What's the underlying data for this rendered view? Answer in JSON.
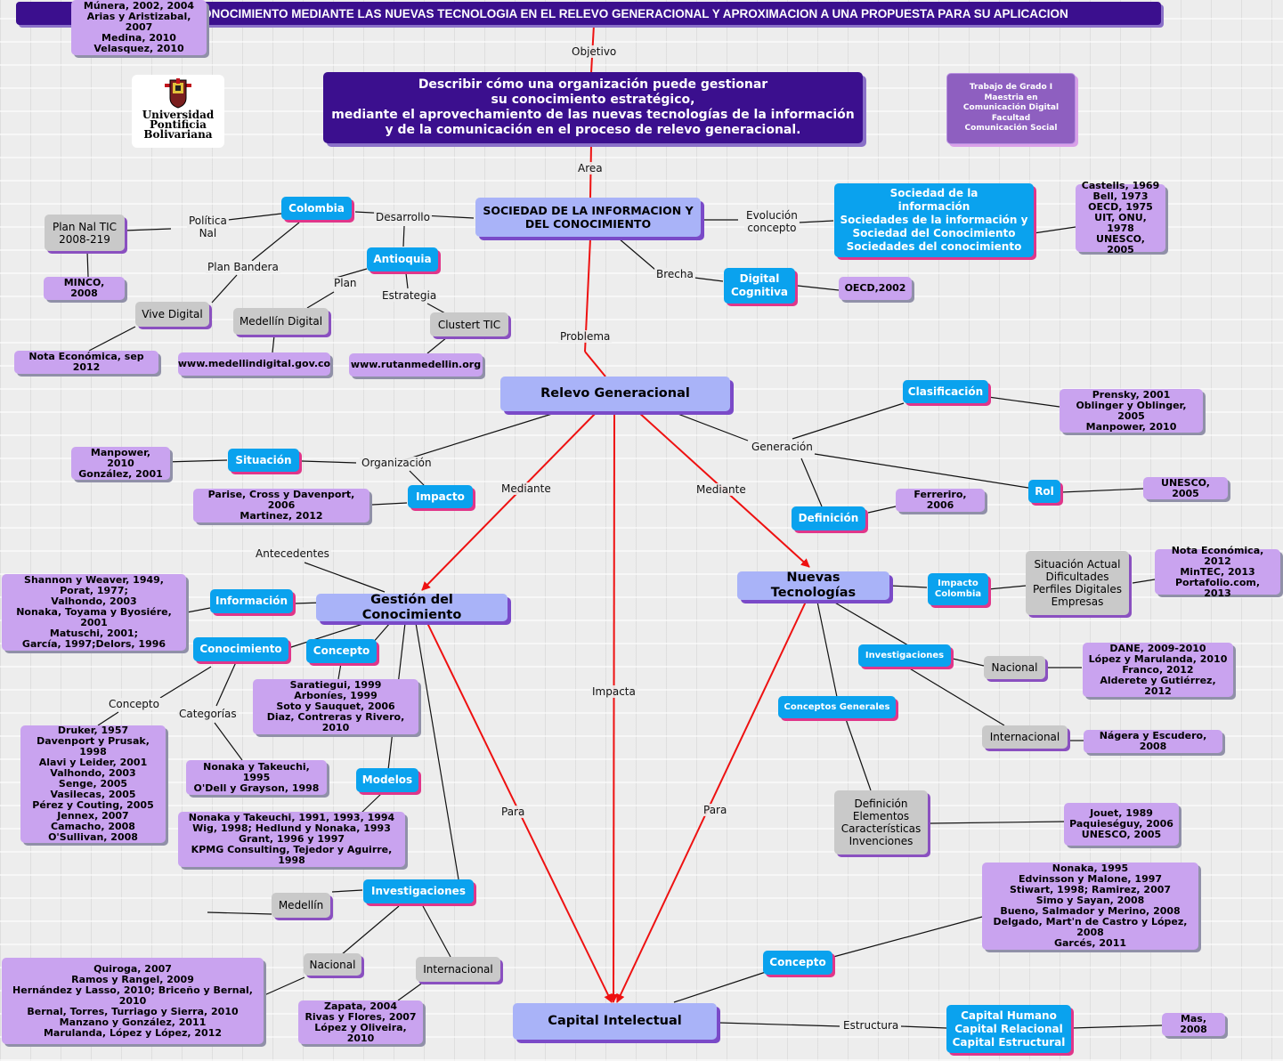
{
  "title": "GESTION DEL CONOCIMIENTO MEDIANTE LAS NUEVAS TECNOLOGIA EN EL RELEVO GENERACIONAL Y APROXIMACION A UNA PROPUESTA PARA SU APLICACION",
  "logo_text": "Universidad\nPontificia\nBolivariana",
  "badge": "Trabajo de Grado I\nMaestria en\nComunicación Digital\nFacultad\nComunicación Social",
  "objective": "Describir cómo una organización puede gestionar\nsu conocimiento estratégico,\nmediante el aprovechamiento de las nuevas tecnologías de la información\ny de la comunicación en el proceso de relevo generacional.",
  "main_nodes": {
    "sociedad": "SOCIEDAD DE LA INFORMACION Y\nDEL CONOCIMIENTO",
    "relevo": "Relevo Generacional",
    "gestion": "Gestión del Conocimiento",
    "nuevas": "Nuevas Tecnologías",
    "capital": "Capital Intelectual"
  },
  "concepts": {
    "colombia": "Colombia",
    "antioquia": "Antioquia",
    "sociedad_def": "Sociedad de la\ninformación\nSociedades de la información y\nSociedad del Conocimiento\nSociedades del conocimiento",
    "digital": "Digital\nCognitiva",
    "clasificacion": "Clasificación",
    "situacion": "Situación",
    "impacto": "Impacto",
    "rol": "Rol",
    "definicion": "Definición",
    "informacion": "Información",
    "conocimiento": "Conocimiento",
    "concepto_gc": "Concepto",
    "modelos": "Modelos",
    "investigaciones_gc": "Investigaciones",
    "impacto_colombia": "Impacto\nColombia",
    "investigaciones_nt": "Investigaciones",
    "conceptos_generales": "Conceptos Generales",
    "concepto_ci": "Concepto",
    "capital_tipos": "Capital Humano\nCapital Relacional\nCapital Estructural"
  },
  "gray_nodes": {
    "plan_nal": "Plan Nal TIC\n2008-219",
    "vive_digital": "Vive Digital",
    "medellin_digital": "Medellín Digital",
    "clustert": "Clustert TIC",
    "situacion_actual": "Situación  Actual\nDificultades\nPerfiles Digitales\nEmpresas",
    "nacional_nt": "Nacional",
    "internacional_nt": "Internacional",
    "definicion_elementos": "Definición\nElementos\nCaracterísticas\nInvenciones",
    "medellin": "Medellín",
    "nacional_gc": "Nacional",
    "internacional_gc": "Internacional"
  },
  "references": {
    "minco": "MINCO, 2008",
    "nota_2012": "Nota Económica, sep 2012",
    "medellindigital": "www.medellindigital.gov.co",
    "rutanmedellin": "www.rutanmedellin.org",
    "castells": "Castells, 1969\nBell, 1973\nOECD, 1975\nUIT, ONU, 1978\nUNESCO, 2005",
    "oecd": "OECD,2002",
    "prensky": "Prensky, 2001\nOblinger y Oblinger, 2005\nManpower, 2010",
    "manpower": "Manpower, 2010\nGonzález, 2001",
    "parise": "Parise, Cross y Davenport, 2006\nMartinez, 2012",
    "unesco": "UNESCO, 2005",
    "ferreriro": "Ferreriro, 2006",
    "shannon": "Shannon y Weaver, 1949,\nPorat, 1977;\nValhondo, 2003\nNonaka, Toyama y Byosiére, 2001\nMatuschi, 2001;\nGarcía, 1997;Delors, 1996",
    "saratiegui": "Saratiegui, 1999\nArboníes, 1999\nSoto y Sauquet, 2006\nDiaz, Contreras y Rivero, 2010",
    "druker": "Druker, 1957\nDavenport y Prusak, 1998\nAlavi y Leider, 2001\nValhondo, 2003\nSenge, 2005\nVasilecas, 2005\nPérez y Couting, 2005\nJennex, 2007\nCamacho, 2008\nO'Sullivan, 2008",
    "nonaka1995": "Nonaka y Takeuchi, 1995\nO'Dell y Grayson, 1998",
    "nonaka1991": "Nonaka y Takeuchi, 1991, 1993, 1994\nWig, 1998; Hedlund y Nonaka, 1993\nGrant, 1996 y 1997\nKPMG Consulting,  Tejedor y Aguirre, 1998",
    "munera": "Múnera, 2002, 2004\nArias y Aristizabal, 2007\nMedina, 2010\nVelasquez, 2010",
    "quiroga": "Quiroga, 2007\nRamos y Rangel, 2009\nHernández y Lasso, 2010; Briceño y  Bernal, 2010\nBernal, Torres, Turriago y Sierra, 2010\nManzano y González, 2011\nMarulanda, López y López, 2012",
    "zapata": "Zapata, 2004\nRivas y Flores, 2007\nLópez y Oliveira, 2010",
    "nota_2012b": "Nota Económica, 2012\nMinTEC, 2013\nPortafolio.com, 2013",
    "dane": "DANE, 2009-2010\nLópez y Marulanda, 2010\nFranco, 2012\nAlderete y Gutiérrez, 2012",
    "nagera": "Nágera y Escudero, 2008",
    "jouet": "Jouet, 1989\nPaquieséguy, 2006\nUNESCO, 2005",
    "nonaka_ci": "Nonaka, 1995\nEdvinsson y Malone, 1997\nStiwart, 1998; Ramirez, 2007\nSimo y Sayan, 2008\nBueno, Salmador y Merino, 2008\nDelgado, Mart'n de Castro y López, 2008\nGarcés, 2011",
    "mas": "Mas, 2008"
  },
  "link_labels": {
    "objetivo": "Objetivo",
    "area": "Area",
    "problema": "Problema",
    "desarrollo": "Desarrollo",
    "politica": "Política\nNal",
    "plan_bandera": "Plan Bandera",
    "plan": "Plan",
    "estrategia": "Estrategia",
    "evolucion": "Evolución\nconcepto",
    "brecha": "Brecha",
    "organizacion": "Organización",
    "generacion": "Generación",
    "mediante_l": "Mediante",
    "mediante_r": "Mediante",
    "impacta": "Impacta",
    "antecedentes": "Antecedentes",
    "concepto_link": "Concepto",
    "categorias": "Categorías",
    "para_l": "Para",
    "para_r": "Para",
    "estructura": "Estructura"
  },
  "colors": {
    "title_bg": "#3b0f8e",
    "concept_bg": "#0aa2ee",
    "reference_bg": "#c9a3ef",
    "main_bg": "#a9b3f8",
    "gray_bg": "#c9c9c9",
    "arrow_red": "#ee1111"
  }
}
